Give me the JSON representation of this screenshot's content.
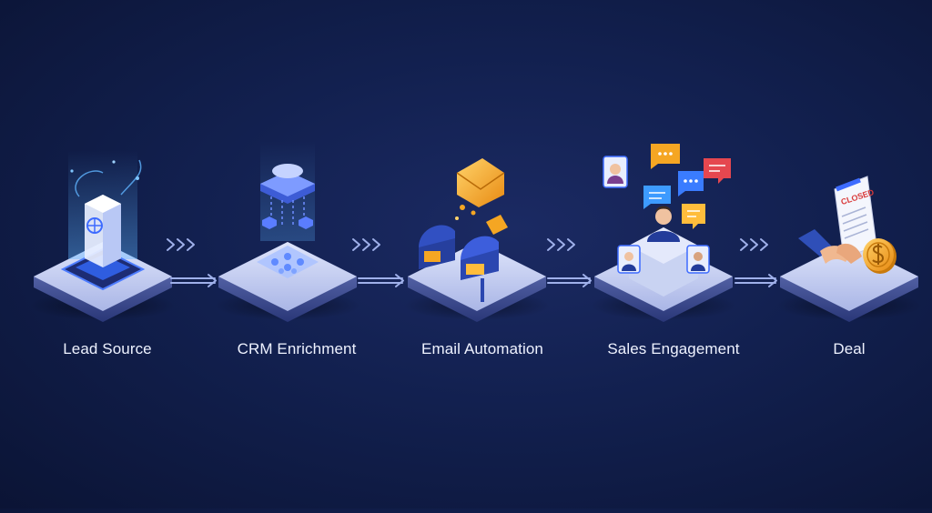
{
  "stages": [
    {
      "id": "lead-source",
      "label": "Lead Source",
      "icon": "server-icon"
    },
    {
      "id": "crm-enrichment",
      "label": "CRM Enrichment",
      "icon": "cloud-data-icon"
    },
    {
      "id": "email-automation",
      "label": "Email Automation",
      "icon": "mailbox-icon"
    },
    {
      "id": "sales-engagement",
      "label": "Sales Engagement",
      "icon": "people-chat-icon"
    },
    {
      "id": "deal",
      "label": "Deal",
      "icon": "handshake-icon"
    }
  ],
  "deal_stamp": "CLOSED",
  "colors": {
    "background": "#12204f",
    "platform": "#c9d3f2",
    "accent_blue": "#3d6bff",
    "accent_orange": "#f5a623",
    "label": "#eef2ff"
  }
}
